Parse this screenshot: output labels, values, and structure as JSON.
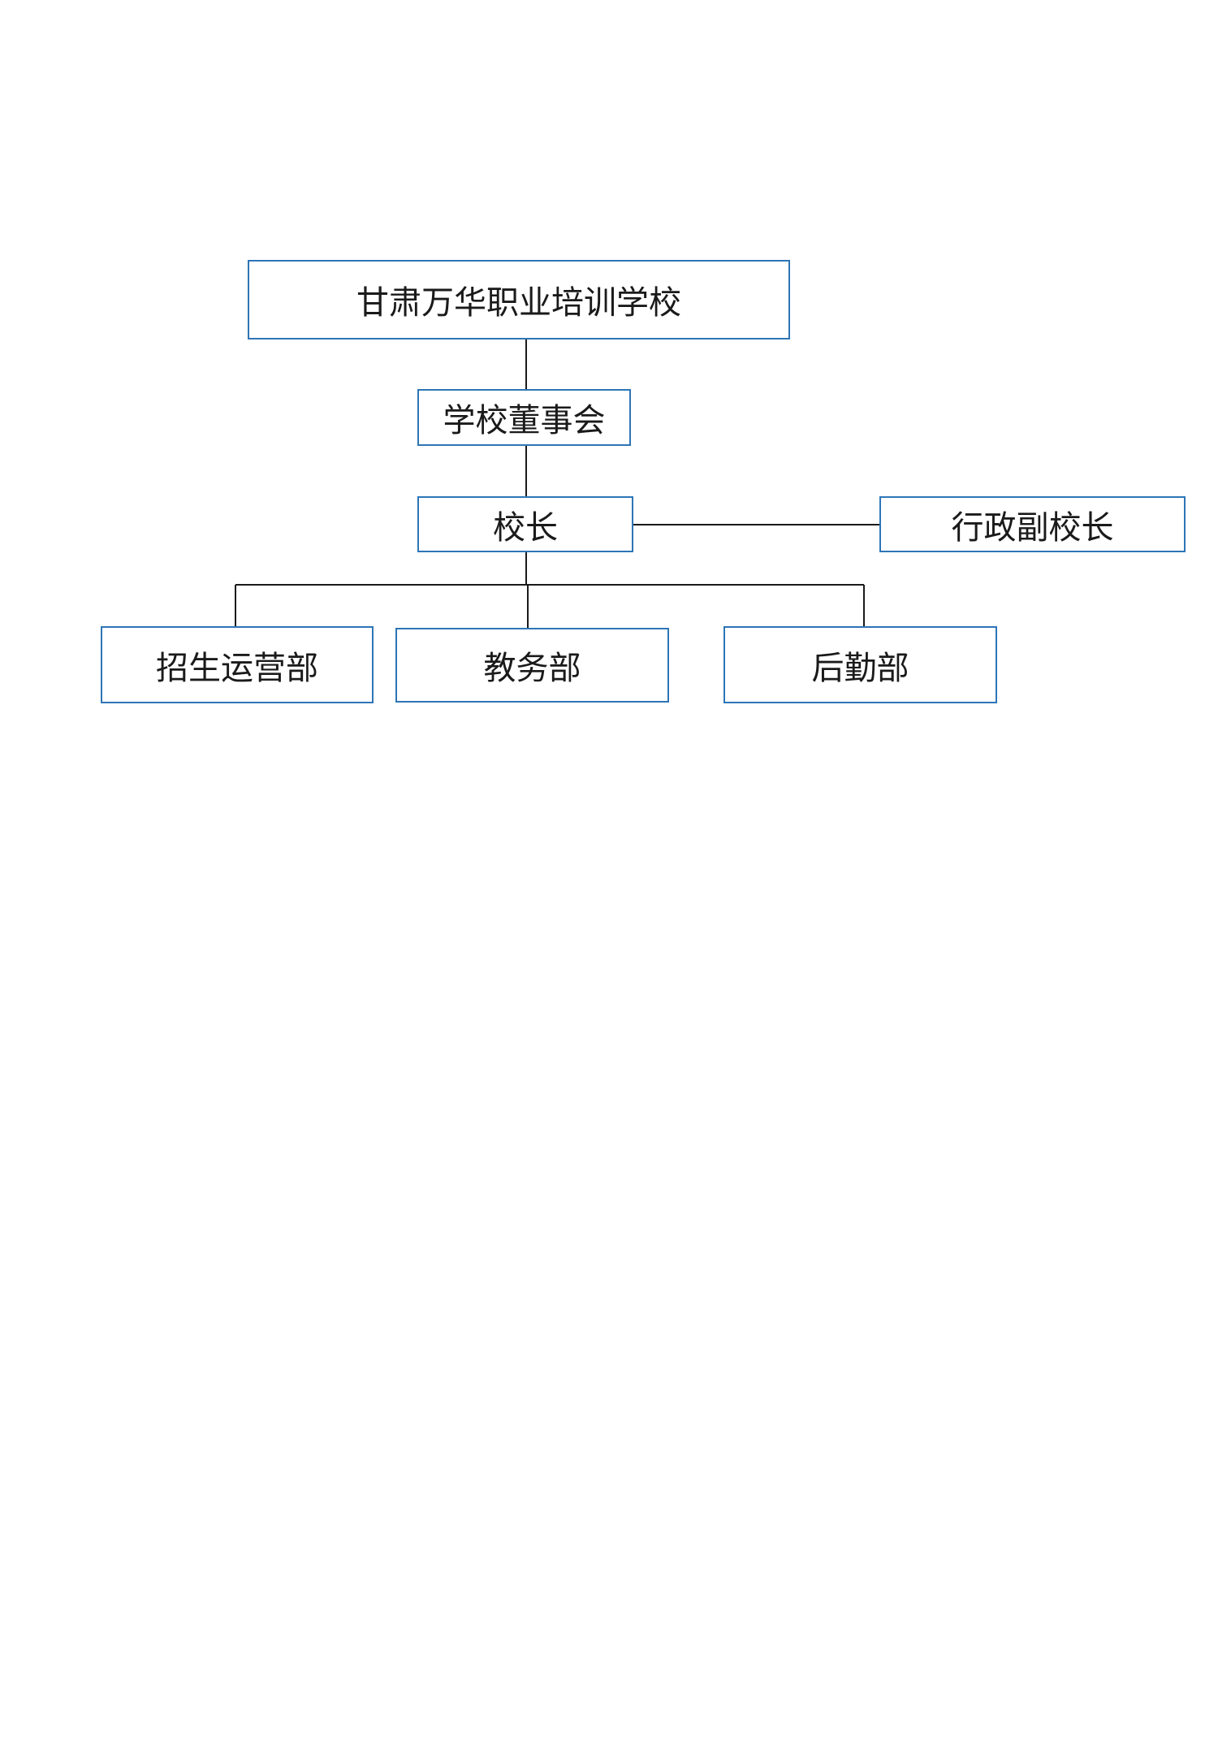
{
  "org_chart": {
    "root": "甘肃万华职业培训学校",
    "board": "学校董事会",
    "principal": "校长",
    "vice_principal": "行政副校长",
    "departments": [
      "招生运营部",
      "教务部",
      "后勤部"
    ]
  },
  "colors": {
    "box_border": "#2e75b6",
    "connector": "#1a1a1a",
    "text": "#1a1a1a"
  }
}
